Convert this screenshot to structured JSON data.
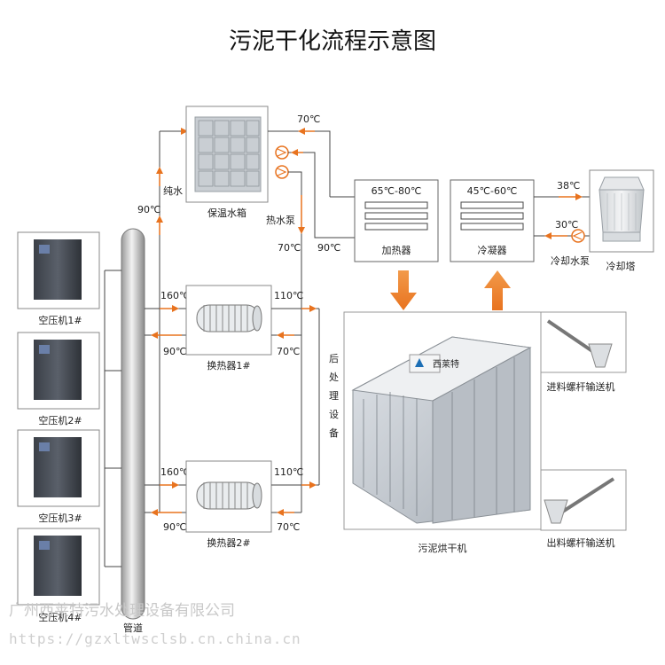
{
  "title": "污泥干化流程示意图",
  "compressors": [
    "空压机1#",
    "空压机2#",
    "空压机3#",
    "空压机4#"
  ],
  "pipe_label": "管道",
  "tank_label": "保温水箱",
  "pure_water": "纯水",
  "hot_pump": "热水泵",
  "heater": {
    "label": "加热器",
    "range": "65℃-80℃"
  },
  "condenser": {
    "label": "冷凝器",
    "range": "45℃-60℃"
  },
  "cooling_pump": "冷却水泵",
  "cooling_tower": "冷却塔",
  "post_treatment": [
    "后",
    "处",
    "理",
    "设",
    "备"
  ],
  "hx1": {
    "label": "换热器1#",
    "in_hot": "160℃",
    "out_hot": "110℃",
    "in_cold": "70℃",
    "out_cold": "90℃"
  },
  "hx2": {
    "label": "换热器2#",
    "in_hot": "160℃",
    "out_hot": "110℃",
    "in_cold": "70℃",
    "out_cold": "90℃"
  },
  "temps": {
    "tank_return": "70℃",
    "supply_left": "90℃",
    "pump_out": "70℃",
    "heater_in": "90℃",
    "tower_out": "38℃",
    "tower_in": "30℃"
  },
  "dryer": {
    "label": "污泥烘干机",
    "brand": "西莱特"
  },
  "feed_conveyor": "进料螺杆输送机",
  "discharge_conveyor": "出料螺杆输送机",
  "watermark": {
    "company": "广州西莱特污水处理设备有限公司",
    "url": "https://gzxltwsclsb.cn.china.cn"
  },
  "colors": {
    "arrow": "#e8731f",
    "line": "#444444"
  }
}
